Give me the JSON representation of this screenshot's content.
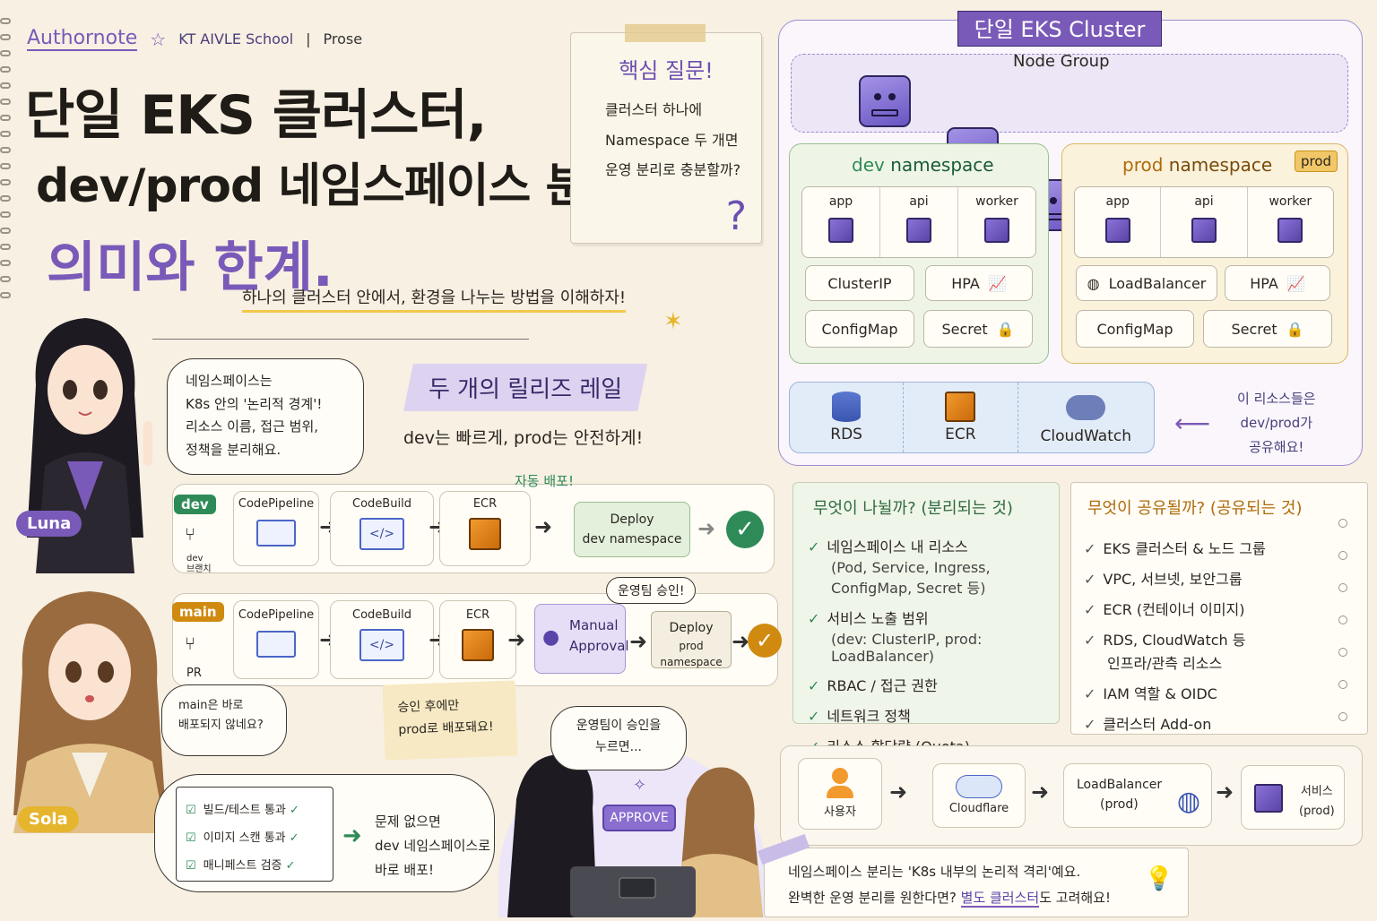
{
  "header": {
    "brand": "Authornote",
    "school": "KT AIVLE School",
    "separator": "|",
    "tag": "Prose"
  },
  "title": {
    "line1": "단일 EKS 클러스터,",
    "line2": "dev/prod 네임스페이스 분리:",
    "line3": "의미와 한계."
  },
  "subtitle": "하나의 클러스터 안에서, 환경을 나누는 방법을 이해하자!",
  "question": {
    "heading": "핵심 질문!",
    "lines": [
      "클러스터 하나에",
      "Namespace 두 개면",
      "운영 분리로 충분할까?"
    ],
    "mark": "?"
  },
  "characters": {
    "luna": "Luna",
    "sola": "Sola"
  },
  "bubbles": {
    "luna": [
      "네임스페이스는",
      "K8s 안의 '논리적 경계'!",
      "리소스 이름, 접근 범위,",
      "정책을 분리해요."
    ],
    "sola": [
      "main은 바로",
      "배포되지 않네요?"
    ],
    "team": [
      "운영팀이 승인을",
      "누르면..."
    ],
    "tests": [
      "빌드/테스트 통과",
      "이미지 스캔 통과",
      "매니페스트 검증"
    ],
    "result": [
      "문제 없으면",
      "dev 네임스페이스로",
      "바로 배포!"
    ]
  },
  "rails": {
    "heading": "두 개의 릴리즈 레일",
    "caption": "dev는 빠르게, prod는 안전하게!"
  },
  "pipeline_dev": {
    "branch": "dev",
    "branch_sub1": "dev",
    "branch_sub2": "브랜치",
    "stages": [
      "CodePipeline",
      "CodeBuild",
      "ECR"
    ],
    "deploy": [
      "Deploy",
      "dev namespace"
    ],
    "note": "자동 배포!"
  },
  "pipeline_main": {
    "branch": "main",
    "branch_sub": "PR",
    "stages": [
      "CodePipeline",
      "CodeBuild",
      "ECR"
    ],
    "approval": [
      "Manual",
      "Approval"
    ],
    "deploy": [
      "Deploy",
      "prod namespace"
    ],
    "note": "운영팀 승인!",
    "sticky": [
      "승인 후에만",
      "prod로 배포돼요!"
    ]
  },
  "approve_button": "APPROVE",
  "cluster": {
    "title": "단일 EKS Cluster",
    "node_group": "Node Group",
    "dev": {
      "label": "dev",
      "suffix": "namespace",
      "workloads": [
        "app",
        "api",
        "worker"
      ],
      "svc": "ClusterIP",
      "hpa": "HPA",
      "configmap": "ConfigMap",
      "secret": "Secret"
    },
    "prod": {
      "label": "prod",
      "suffix": "namespace",
      "badge": "prod",
      "workloads": [
        "app",
        "api",
        "worker"
      ],
      "svc": "LoadBalancer",
      "hpa": "HPA",
      "configmap": "ConfigMap",
      "secret": "Secret"
    },
    "shared": [
      "RDS",
      "ECR",
      "CloudWatch"
    ],
    "shared_note": [
      "이 리소스들은",
      "dev/prod가",
      "공유해요!"
    ]
  },
  "separated": {
    "heading": "무엇이 나뉠까? (분리되는 것)",
    "items": [
      {
        "text": "네임스페이스 내 리소스",
        "sub": "(Pod, Service, Ingress, ConfigMap, Secret 등)"
      },
      {
        "text": "서비스 노출 범위",
        "sub": "(dev: ClusterIP, prod: LoadBalancer)"
      },
      {
        "text": "RBAC / 접근 권한",
        "sub": ""
      },
      {
        "text": "네트워크 정책",
        "sub": ""
      },
      {
        "text": "리소스 할당량 (Quota)",
        "sub": ""
      }
    ]
  },
  "shared_list": {
    "heading": "무엇이 공유될까? (공유되는 것)",
    "items": [
      "EKS 클러스터 & 노드 그룹",
      "VPC, 서브넷, 보안그룹",
      "ECR (컨테이너 이미지)",
      "RDS, CloudWatch 등",
      "IAM 역할 & OIDC",
      "클러스터 Add-on"
    ],
    "item4_sub": "인프라/관측 리소스"
  },
  "flow": {
    "user": "사용자",
    "cdn": "Cloudflare",
    "lb": [
      "LoadBalancer",
      "(prod)"
    ],
    "svc": [
      "서비스",
      "(prod)"
    ]
  },
  "footer": {
    "line1": "네임스페이스 분리는 'K8s 내부의 논리적 격리'예요.",
    "line2a": "완벽한 운영 분리를 원한다면? ",
    "line2b": "별도 클러스터",
    "line2c": "도 고려해요!"
  },
  "colors": {
    "purple": "#7a5ab8",
    "dev_green": "#2e8b57",
    "prod_gold": "#d08a10",
    "lavender": "#ece6f8"
  }
}
